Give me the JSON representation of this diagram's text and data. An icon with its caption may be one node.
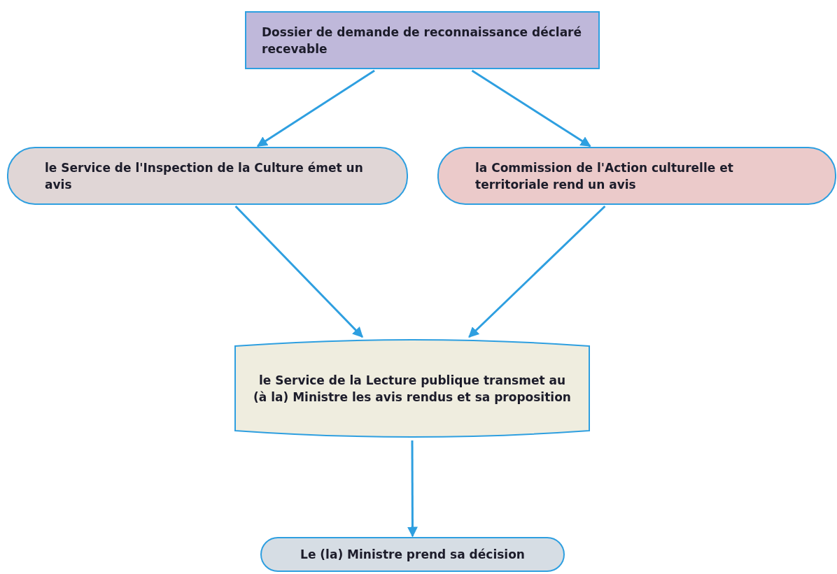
{
  "diagram": {
    "nodes": [
      {
        "text": [
          "Dossier de demande de reconnaissance déclaré recevable"
        ]
      },
      {
        "text": [
          "le Service de l'Inspection de la Culture émet un avis"
        ]
      },
      {
        "text": [
          "la Commission de l'Action culturelle et territoriale rend un avis"
        ]
      },
      {
        "text": [
          "le Service de la Lecture publique transmet au (à la) Ministre les avis rendus et sa proposition"
        ]
      },
      {
        "text": [
          "Le (la) Ministre prend sa décision"
        ]
      }
    ],
    "edges": [
      {
        "from": 0,
        "to": 1,
        "arrow": "to"
      },
      {
        "from": 0,
        "to": 2,
        "arrow": "to"
      },
      {
        "from": 1,
        "to": 3,
        "arrow": "to"
      },
      {
        "from": 2,
        "to": 3,
        "arrow": "to"
      },
      {
        "from": 3,
        "to": 4,
        "arrow": "to"
      }
    ]
  }
}
